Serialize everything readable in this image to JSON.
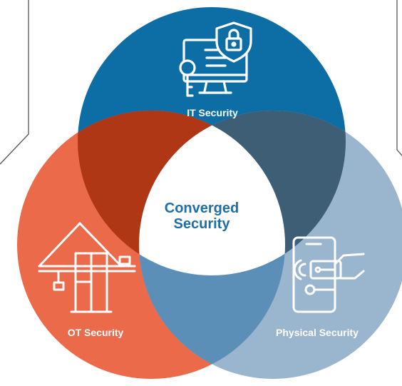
{
  "diagram": {
    "circles": [
      {
        "id": "it",
        "label": "IT Security",
        "color": "#0d6ea6",
        "icon": "computer-lock-key-icon"
      },
      {
        "id": "ot",
        "label": "OT Security",
        "color": "#ea6a4a",
        "icon": "port-crane-icon"
      },
      {
        "id": "physical",
        "label": "Physical Security",
        "color": "#9ab6cf",
        "icon": "phone-keycard-access-icon"
      }
    ],
    "intersections": {
      "it_ot": "#b03716",
      "it_physical": "#3d5e74",
      "ot_physical": "#5b8fb8",
      "center": "#ffffff"
    },
    "center": {
      "line1": "Converged",
      "line2": "Security",
      "color": "#1d6fa5"
    },
    "frame_color": "#555555"
  }
}
